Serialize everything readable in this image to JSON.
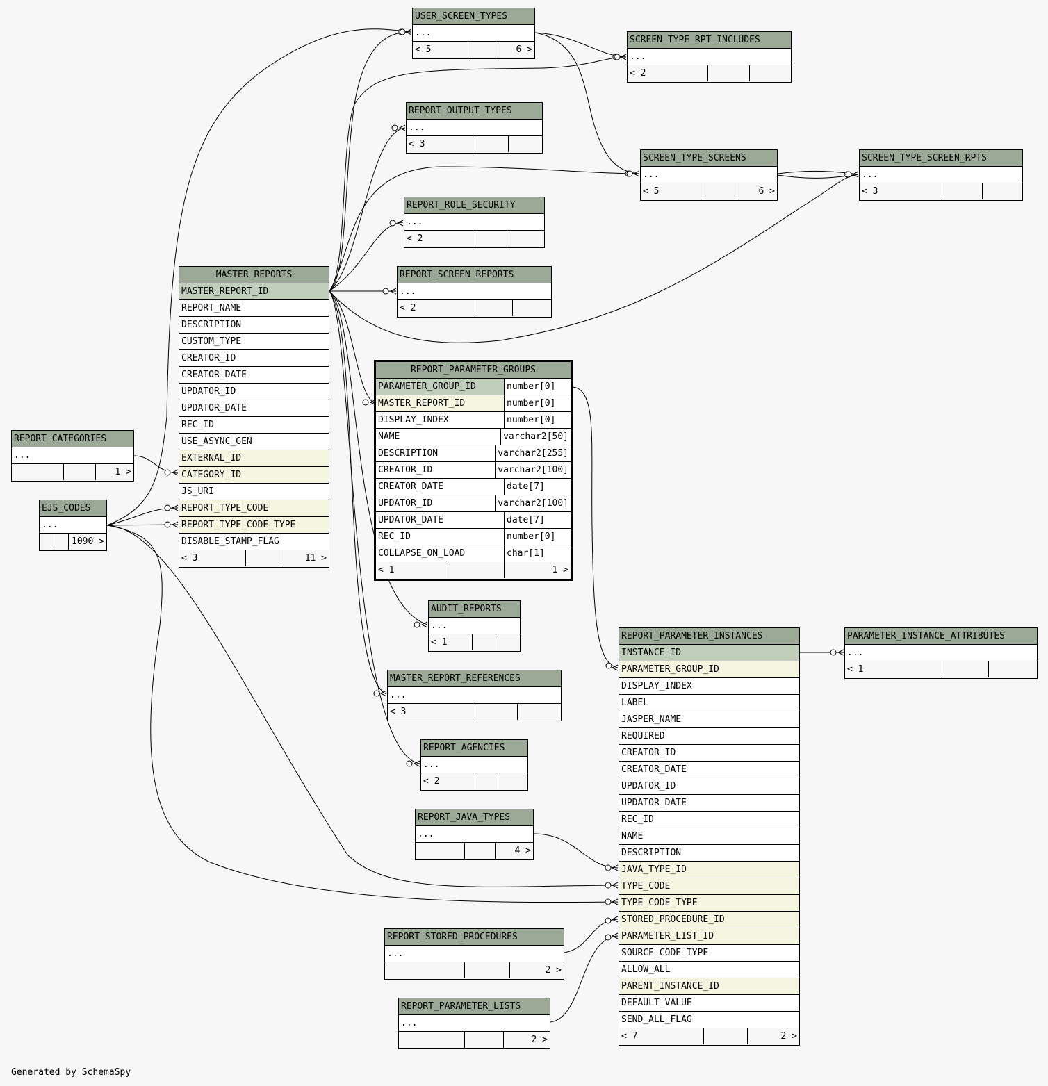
{
  "diagram": {
    "footer": "Generated by SchemaSpy",
    "colors": {
      "header": "#9baa96",
      "primary_key": "#bfcfbb",
      "foreign_key": "#f4f6e0",
      "background": "#f7f7f7"
    },
    "tables": {
      "USER_SCREEN_TYPES": {
        "name": "USER_SCREEN_TYPES",
        "ellipsis": "...",
        "parents": "< 5",
        "children": "6 >"
      },
      "SCREEN_TYPE_RPT_INCLUDES": {
        "name": "SCREEN_TYPE_RPT_INCLUDES",
        "ellipsis": "...",
        "parents": "< 2",
        "children": ""
      },
      "REPORT_OUTPUT_TYPES": {
        "name": "REPORT_OUTPUT_TYPES",
        "ellipsis": "...",
        "parents": "< 3",
        "children": ""
      },
      "SCREEN_TYPE_SCREENS": {
        "name": "SCREEN_TYPE_SCREENS",
        "ellipsis": "...",
        "parents": "< 5",
        "children": "6 >"
      },
      "SCREEN_TYPE_SCREEN_RPTS": {
        "name": "SCREEN_TYPE_SCREEN_RPTS",
        "ellipsis": "...",
        "parents": "< 3",
        "children": ""
      },
      "REPORT_ROLE_SECURITY": {
        "name": "REPORT_ROLE_SECURITY",
        "ellipsis": "...",
        "parents": "< 2",
        "children": ""
      },
      "REPORT_SCREEN_REPORTS": {
        "name": "REPORT_SCREEN_REPORTS",
        "ellipsis": "...",
        "parents": "< 2",
        "children": ""
      },
      "REPORT_CATEGORIES": {
        "name": "REPORT_CATEGORIES",
        "ellipsis": "...",
        "parents": "",
        "children": "1 >"
      },
      "EJS_CODES": {
        "name": "EJS_CODES",
        "ellipsis": "...",
        "parents": "",
        "children": "1090 >"
      },
      "AUDIT_REPORTS": {
        "name": "AUDIT_REPORTS",
        "ellipsis": "...",
        "parents": "< 1",
        "children": ""
      },
      "MASTER_REPORT_REFERENCES": {
        "name": "MASTER_REPORT_REFERENCES",
        "ellipsis": "...",
        "parents": "< 3",
        "children": ""
      },
      "REPORT_AGENCIES": {
        "name": "REPORT_AGENCIES",
        "ellipsis": "...",
        "parents": "< 2",
        "children": ""
      },
      "REPORT_JAVA_TYPES": {
        "name": "REPORT_JAVA_TYPES",
        "ellipsis": "...",
        "parents": "",
        "children": "4 >"
      },
      "PARAMETER_INSTANCE_ATTRIBUTES": {
        "name": "PARAMETER_INSTANCE_ATTRIBUTES",
        "ellipsis": "...",
        "parents": "< 1",
        "children": ""
      },
      "REPORT_STORED_PROCEDURES": {
        "name": "REPORT_STORED_PROCEDURES",
        "ellipsis": "...",
        "parents": "",
        "children": "2 >"
      },
      "REPORT_PARAMETER_LISTS": {
        "name": "REPORT_PARAMETER_LISTS",
        "ellipsis": "...",
        "parents": "",
        "children": "2 >"
      },
      "MASTER_REPORTS": {
        "name": "MASTER_REPORTS",
        "parents": "< 3",
        "children": "11 >",
        "columns": [
          {
            "name": "MASTER_REPORT_ID",
            "key": "pk"
          },
          {
            "name": "REPORT_NAME",
            "key": ""
          },
          {
            "name": "DESCRIPTION",
            "key": ""
          },
          {
            "name": "CUSTOM_TYPE",
            "key": ""
          },
          {
            "name": "CREATOR_ID",
            "key": ""
          },
          {
            "name": "CREATOR_DATE",
            "key": ""
          },
          {
            "name": "UPDATOR_ID",
            "key": ""
          },
          {
            "name": "UPDATOR_DATE",
            "key": ""
          },
          {
            "name": "REC_ID",
            "key": ""
          },
          {
            "name": "USE_ASYNC_GEN",
            "key": ""
          },
          {
            "name": "EXTERNAL_ID",
            "key": "fk"
          },
          {
            "name": "CATEGORY_ID",
            "key": "fk"
          },
          {
            "name": "JS_URI",
            "key": ""
          },
          {
            "name": "REPORT_TYPE_CODE",
            "key": "fk"
          },
          {
            "name": "REPORT_TYPE_CODE_TYPE",
            "key": "fk"
          },
          {
            "name": "DISABLE_STAMP_FLAG",
            "key": ""
          }
        ]
      },
      "REPORT_PARAMETER_GROUPS": {
        "name": "REPORT_PARAMETER_GROUPS",
        "parents": "< 1",
        "children": "1 >",
        "columns": [
          {
            "name": "PARAMETER_GROUP_ID",
            "type": "number[0]",
            "key": "pk"
          },
          {
            "name": "MASTER_REPORT_ID",
            "type": "number[0]",
            "key": "fk"
          },
          {
            "name": "DISPLAY_INDEX",
            "type": "number[0]",
            "key": ""
          },
          {
            "name": "NAME",
            "type": "varchar2[50]",
            "key": ""
          },
          {
            "name": "DESCRIPTION",
            "type": "varchar2[255]",
            "key": ""
          },
          {
            "name": "CREATOR_ID",
            "type": "varchar2[100]",
            "key": ""
          },
          {
            "name": "CREATOR_DATE",
            "type": "date[7]",
            "key": ""
          },
          {
            "name": "UPDATOR_ID",
            "type": "varchar2[100]",
            "key": ""
          },
          {
            "name": "UPDATOR_DATE",
            "type": "date[7]",
            "key": ""
          },
          {
            "name": "REC_ID",
            "type": "number[0]",
            "key": ""
          },
          {
            "name": "COLLAPSE_ON_LOAD",
            "type": "char[1]",
            "key": ""
          }
        ]
      },
      "REPORT_PARAMETER_INSTANCES": {
        "name": "REPORT_PARAMETER_INSTANCES",
        "parents": "< 7",
        "children": "2 >",
        "columns": [
          {
            "name": "INSTANCE_ID",
            "key": "pk"
          },
          {
            "name": "PARAMETER_GROUP_ID",
            "key": "fk"
          },
          {
            "name": "DISPLAY_INDEX",
            "key": ""
          },
          {
            "name": "LABEL",
            "key": ""
          },
          {
            "name": "JASPER_NAME",
            "key": ""
          },
          {
            "name": "REQUIRED",
            "key": ""
          },
          {
            "name": "CREATOR_ID",
            "key": ""
          },
          {
            "name": "CREATOR_DATE",
            "key": ""
          },
          {
            "name": "UPDATOR_ID",
            "key": ""
          },
          {
            "name": "UPDATOR_DATE",
            "key": ""
          },
          {
            "name": "REC_ID",
            "key": ""
          },
          {
            "name": "NAME",
            "key": ""
          },
          {
            "name": "DESCRIPTION",
            "key": ""
          },
          {
            "name": "JAVA_TYPE_ID",
            "key": "fk"
          },
          {
            "name": "TYPE_CODE",
            "key": "fk"
          },
          {
            "name": "TYPE_CODE_TYPE",
            "key": "fk"
          },
          {
            "name": "STORED_PROCEDURE_ID",
            "key": "fk"
          },
          {
            "name": "PARAMETER_LIST_ID",
            "key": "fk"
          },
          {
            "name": "SOURCE_CODE_TYPE",
            "key": ""
          },
          {
            "name": "ALLOW_ALL",
            "key": ""
          },
          {
            "name": "PARENT_INSTANCE_ID",
            "key": "fk"
          },
          {
            "name": "DEFAULT_VALUE",
            "key": ""
          },
          {
            "name": "SEND_ALL_FLAG",
            "key": ""
          }
        ]
      }
    }
  }
}
